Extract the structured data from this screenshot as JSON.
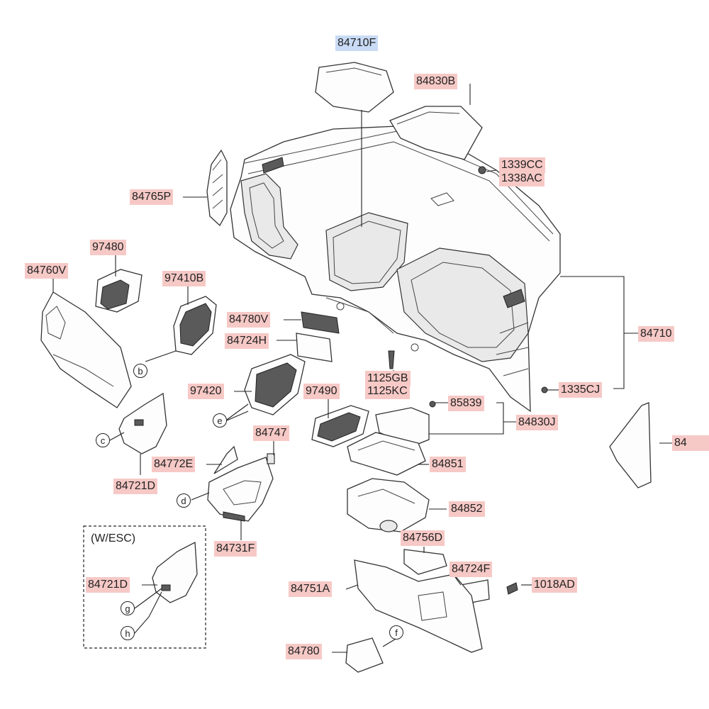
{
  "diagram": {
    "selected_part": "84710F",
    "part_labels": {
      "p84710F": "84710F",
      "p84830B": "84830B",
      "p1339CC": "1339CC",
      "p1338AC": "1338AC",
      "p84765P": "84765P",
      "p97480": "97480",
      "p84760V": "84760V",
      "p97410B": "97410B",
      "p84780V": "84780V",
      "p84724H": "84724H",
      "p84710": "84710",
      "p1125GB": "1125GB",
      "p1125KC": "1125KC",
      "p1335CJ": "1335CJ",
      "p97420": "97420",
      "p97490": "97490",
      "p85839": "85839",
      "p84830J": "84830J",
      "p84747": "84747",
      "p84772E": "84772E",
      "p84851": "84851",
      "p84721D": "84721D",
      "p84852": "84852",
      "p84731F": "84731F",
      "p84756D": "84756D",
      "p84724F": "84724F",
      "p1018AD": "1018AD",
      "p84751A": "84751A",
      "p84721D_esc": "84721D",
      "p84780": "84780",
      "p84_cut": "84"
    },
    "callouts": {
      "b": "b",
      "c": "c",
      "d": "d",
      "e": "e",
      "f": "f",
      "g": "g",
      "h": "h"
    },
    "inset_title": "(W/ESC)"
  }
}
